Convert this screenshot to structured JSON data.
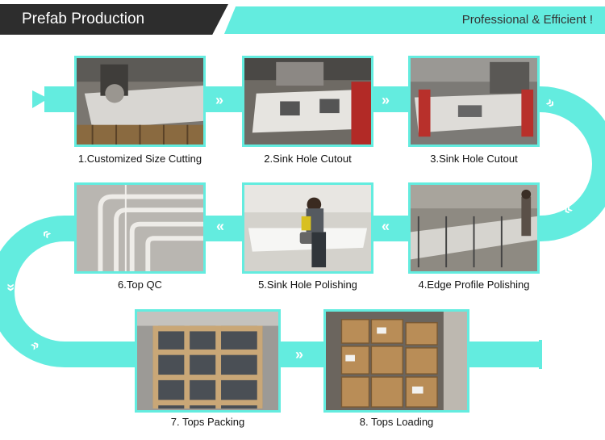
{
  "header": {
    "title": "Prefab Production",
    "slogan": "Professional & Efficient !"
  },
  "steps": [
    "1.Customized Size Cutting",
    "2.Sink Hole Cutout",
    "3.Sink Hole Cutout",
    "4.Edge Profile Polishing",
    "5.Sink Hole Polishing",
    "6.Top QC",
    "7. Tops Packing",
    "8. Tops Loading"
  ],
  "colors": {
    "accent": "#63ecdf",
    "dark": "#2d2d2d"
  }
}
